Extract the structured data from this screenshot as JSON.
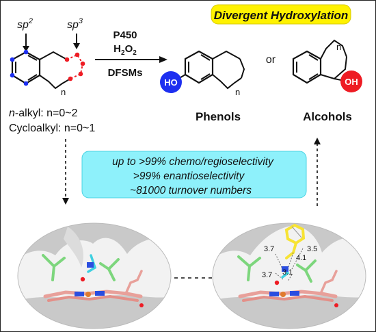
{
  "title": "Divergent Hydroxylation",
  "colors": {
    "title_bg": "#fff200",
    "info_bg": "#8ef1fb",
    "hydroxyl_blue": "#1d2ff0",
    "hydroxyl_red": "#ee1c24",
    "ligand_green": "#7dd67d",
    "substrate_yellow": "#f7e334",
    "heme_pink": "#e8a09a",
    "pocket_gray": "#c9c9c9"
  },
  "substrate": {
    "sp2_prefix": "sp",
    "sp2_sup": "2",
    "sp3_prefix": "sp",
    "sp3_sup": "3",
    "ring_subscript": "n"
  },
  "conditions": {
    "reagent1": "P450",
    "reagent2_main": "H",
    "reagent2_sub1": "2",
    "reagent2_mid": "O",
    "reagent2_sub2": "2",
    "additive": "DFSMs"
  },
  "scope": {
    "alkyl_prefix": "n",
    "alkyl_rest": "-alkyl: n=0~2",
    "cyclo": "Cycloalkyl: n=0~1"
  },
  "products": {
    "or_text": "or",
    "phenol_label": "Phenols",
    "alcohol_label": "Alcohols",
    "ho_text": "HO",
    "oh_text": "OH",
    "phenol_subscript": "n",
    "alcohol_subscript": "n"
  },
  "highlights": [
    "up to >99% chemo/regioselectivity",
    ">99% enantioselectivity",
    "~81000 turnover numbers"
  ],
  "distances": {
    "d1": "3.7",
    "d2": "3.5",
    "d3": "4.1",
    "d4": "3.7",
    "d5": "3.1"
  }
}
